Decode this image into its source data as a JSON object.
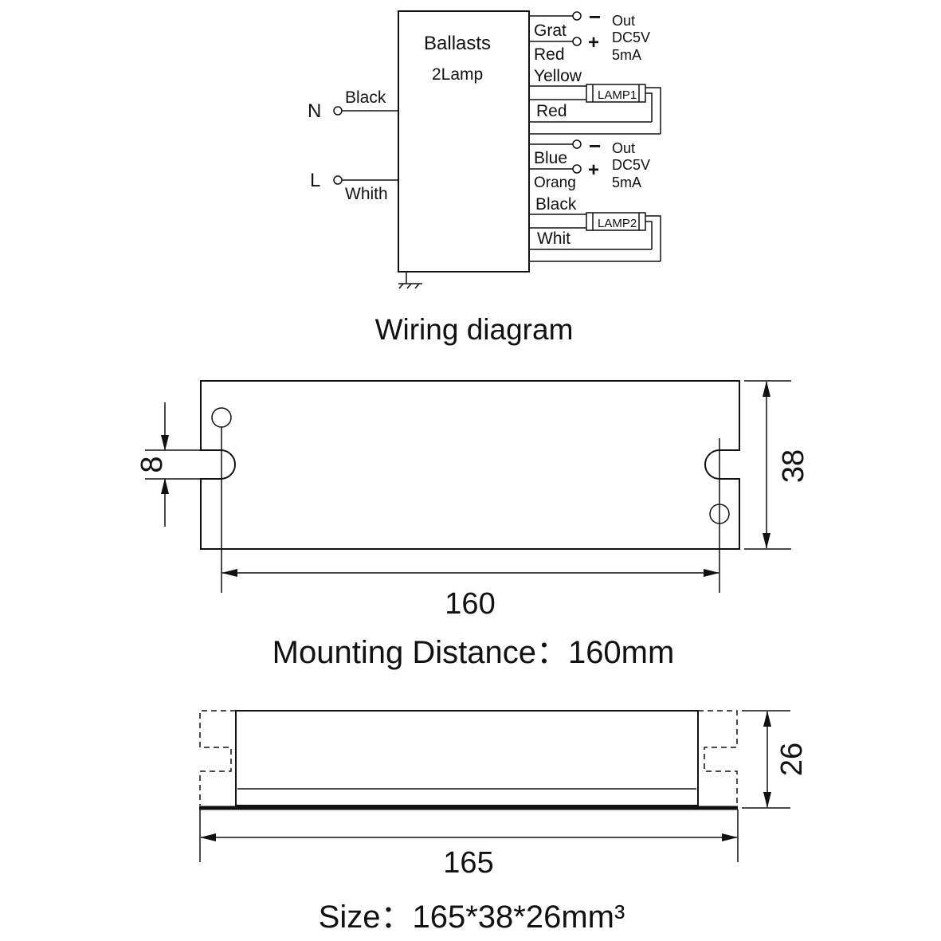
{
  "wiring": {
    "box_title": "Ballasts",
    "box_subtitle": "2Lamp",
    "inputs": {
      "n_label": "N",
      "n_wire": "Black",
      "l_label": "L",
      "l_wire": "Whith"
    },
    "upper": {
      "wire1": "Grat",
      "wire2": "Red",
      "wire3": "Yellow",
      "wire4": "Red",
      "minus": "−",
      "plus": "+",
      "out": "Out",
      "dc": "DC5V",
      "ma": "5mA",
      "lamp": "LAMP1"
    },
    "lower": {
      "wire1": "Blue",
      "wire2": "Orang",
      "wire3": "Black",
      "wire4": "Whit",
      "minus": "−",
      "plus": "+",
      "out": "Out",
      "dc": "DC5V",
      "ma": "5mA",
      "lamp": "LAMP2"
    },
    "caption": "Wiring diagram"
  },
  "mounting": {
    "dim_slot": "8",
    "dim_height": "38",
    "dim_length": "160",
    "caption": "Mounting  Distance：160mm"
  },
  "side": {
    "dim_height": "26",
    "dim_length": "165",
    "caption": "Size：165*38*26mm³"
  }
}
